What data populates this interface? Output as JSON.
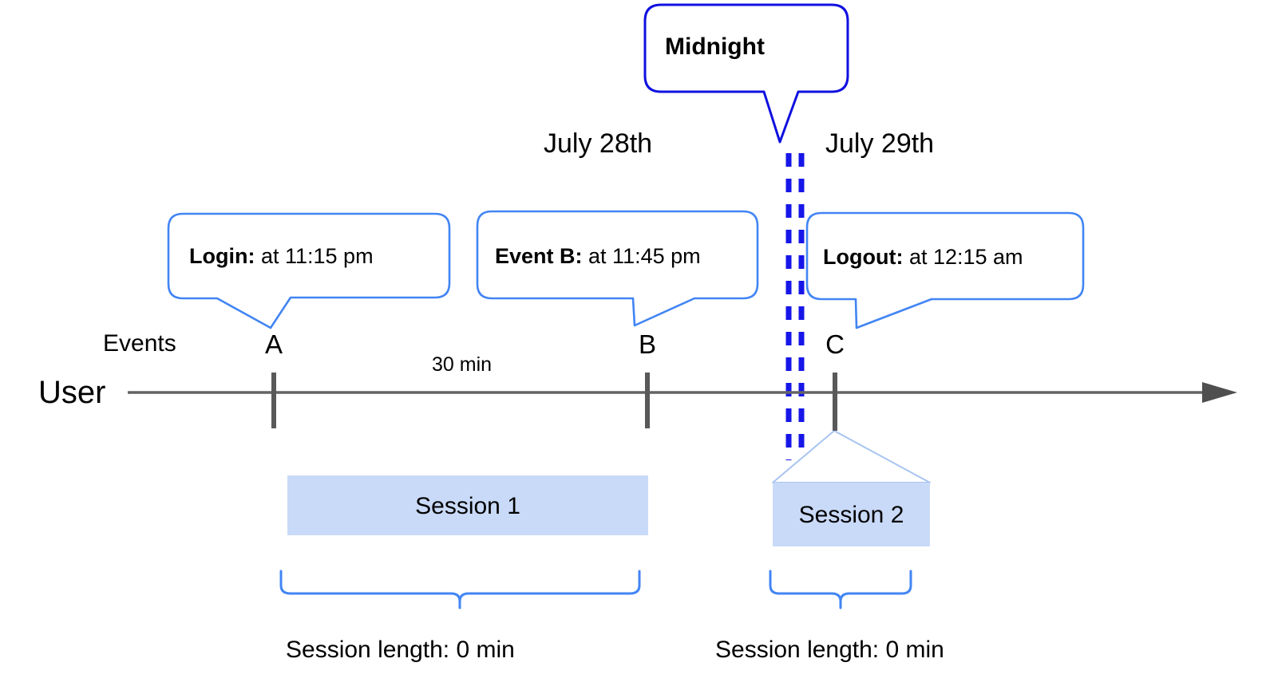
{
  "diagram": {
    "title_callout": {
      "label": "Midnight",
      "border_color": "#1010E0"
    },
    "axis": {
      "row_label": "User",
      "events_label": "Events",
      "interval_label": "30 min",
      "line_color": "#646464"
    },
    "dates": {
      "left": "July 28th",
      "right": "July 29th"
    },
    "markers": [
      {
        "letter": "A"
      },
      {
        "letter": "B"
      },
      {
        "letter": "C"
      }
    ],
    "callouts": [
      {
        "bold": "Login:",
        "rest": " at 11:15 pm"
      },
      {
        "bold": "Event B:",
        "rest": " at 11:45 pm"
      },
      {
        "bold": "Logout:",
        "rest": " at 12:15 am"
      }
    ],
    "sessions": [
      {
        "label": "Session 1",
        "length_label": "Session length: 0 min"
      },
      {
        "label": "Session 2",
        "length_label": "Session length: 0 min"
      }
    ],
    "colors": {
      "callout_border": "#4285F4",
      "midnight_border": "#1010E0",
      "midnight_dashes": "#1616E8",
      "session_fill": "#C9DAF8",
      "brace": "#4285F4",
      "axis": "#646464",
      "tick": "#595959"
    }
  }
}
